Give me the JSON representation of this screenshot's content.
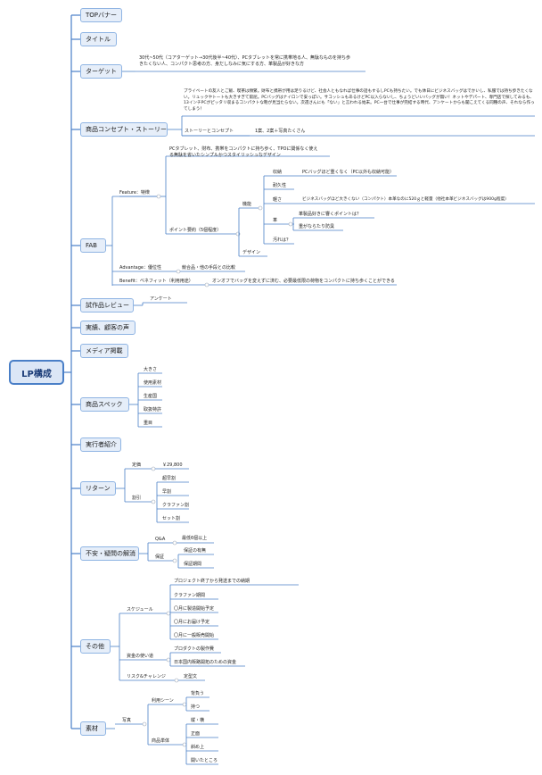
{
  "root": {
    "label": "LP構成"
  },
  "branches": {
    "top_banner": "TOPバナー",
    "title": "タイトル",
    "target": "ターゲット",
    "concept": "商品コンセプト・ストーリー",
    "fab": "FAB",
    "trial": "試作品レビュー",
    "results": "実績、顧客の声",
    "media": "メディア掲載",
    "spec": "商品スペック",
    "maker": "実行者紹介",
    "return": "リターン",
    "faq": "不安・疑問の解消",
    "other": "その他",
    "material": "素材"
  },
  "target": {
    "text": "30代~50代（コアターゲット→30代後半~40代）、PCタブレットを常に携帯地る人、無駄なものを持ち歩きたくない人、コンパクト思考の方、身だしなみに気にする方、革製品が好きな方"
  },
  "concept": {
    "story": "プライベートの友人とご飯、喫茶は頻繁。財布と携帯が用は足りるけど、社会人ともなれば仕事の話もするしPCも持ちたい。でも休日にビジネスバッグはでかいし、私服では持ち歩きたくない。リュックやトートも大きすぎて窮屈。PCバッグはナイロンで安っぽい。サコッシュもあるけどPC以入らないし、ちょうどいいバッグが無い！ネットやデパート、専門店で探してみるも、13インチPCがピッタリ収まるコンパクトな鞄が見当たらない。次週さんにも「ない」と言われる始末。PC一台で仕事が完結する時代、アンケートからも聞こえてくる同種の声、それなら作ってしまう！",
    "sub_left": "ストーリーとコンセプト",
    "sub_right": "1案、2案＋写真たくさん"
  },
  "fab": {
    "feature": "Feature：特徴",
    "feature_text": "PCタブレット、財布、携帯をコンパクトに持ち歩く、TPOに関係なく使える無駄を省いたシンプルかつスタイリッシュなデザイン",
    "points": "ポイント要約（5個程度）",
    "function": "機能",
    "design": "デザイン",
    "storage": "収納",
    "storage_text": "PCバッグほど重くなく（PC以外も収納可能）",
    "durable": "耐久性",
    "light": "軽さ",
    "light_text": "ビジネスバッグほど大きくない（コンパクト）本革なのに520ｇと軽量（他社本革ビジネスバッグは900g程度）",
    "leather": "革",
    "leather_q": "革製品好きに響くポイントは？",
    "leather_a": "重がならたり防臭",
    "dirt": "汚れは？",
    "advantage": "Advantage：優位性",
    "advantage_text": "競合品・他の手段との比較",
    "benefit": "Benefit：ベネフィット（利用用途）",
    "benefit_text": "オンオフでバッグを変えずに済む、必要最低限の荷物をコンパクトに持ち歩くことができる"
  },
  "trial": {
    "child": "アンケート"
  },
  "spec": {
    "items": [
      "大きさ",
      "使用素材",
      "生産国",
      "取扱特許",
      "重目"
    ]
  },
  "return": {
    "price": "定価",
    "price_value": "￥29,800",
    "discount": "割引",
    "items": [
      "超早割",
      "早割",
      "クラファン割",
      "セット割"
    ]
  },
  "faq": {
    "qa": "Q&A",
    "qa_child": "最低6個以上",
    "warranty": "保証",
    "warranty_items": [
      "保証の有無",
      "保証期間"
    ]
  },
  "other": {
    "schedule": "スケジュール",
    "schedule_items": [
      "プロジェクト終了から発送までの納期",
      "クラファン期間",
      "〇月に製造開始予定",
      "〇月にお届け予定",
      "〇月に一般販売開始"
    ],
    "funds": "資金の使い道",
    "funds_items": [
      "プロダクトの製作費",
      "日本国内販路開拓のための資金"
    ],
    "risk": "リスク&チャレンジ",
    "risk_child": "定型文"
  },
  "material": {
    "photo": "写真",
    "usage": "利用シーン",
    "usage_items": [
      "背負う",
      "持つ"
    ],
    "single": "商品単体",
    "single_items": [
      "縦・横",
      "正面",
      "斜め上",
      "開いたところ"
    ]
  },
  "colors": {
    "line": "#4a7fc7",
    "box_border": "#8fb4e3",
    "box_fill": "#e6eef9",
    "root_fill": "#dbe6f6"
  }
}
